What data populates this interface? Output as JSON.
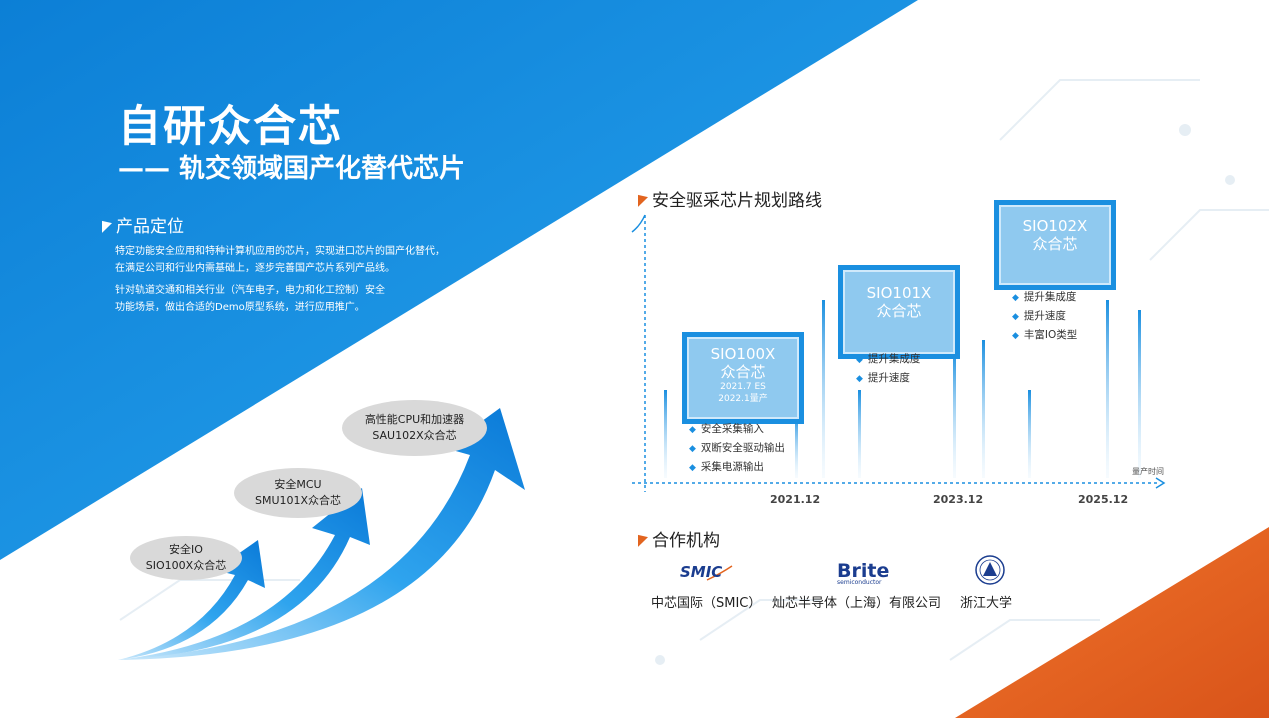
{
  "title": "自研众合芯",
  "subtitle": "—— 轨交领域国产化替代芯片",
  "positioning": {
    "heading": "产品定位",
    "paragraphs": [
      [
        "特定功能安全应用和特种计算机应用的芯片，实现进口芯片的国产化替代，",
        "在满足公司和行业内需基础上，逐步完善国产芯片系列产品线。"
      ],
      [
        "针对轨道交通和相关行业（汽车电子，电力和化工控制）安全",
        "功能场景，做出合适的Demo原型系统，进行应用推广。"
      ]
    ]
  },
  "growth": [
    {
      "line1": "安全IO",
      "line2": "SIO100X众合芯"
    },
    {
      "line1": "安全MCU",
      "line2": "SMU101X众合芯"
    },
    {
      "line1": "高性能CPU和加速器",
      "line2": "SAU102X众合芯"
    }
  ],
  "roadmap": {
    "heading": "安全驱采芯片规划路线",
    "axis_label": "量产时间",
    "years": [
      "2021.12",
      "2023.12",
      "2025.12"
    ],
    "chips": [
      {
        "name": "SIO100X",
        "sub": "众合芯",
        "notes": [
          "2021.7 ES",
          "2022.1量产"
        ],
        "features": [
          "安全采集输入",
          "双断安全驱动输出",
          "采集电源输出"
        ]
      },
      {
        "name": "SIO101X",
        "sub": "众合芯",
        "features": [
          "提升集成度",
          "提升速度"
        ]
      },
      {
        "name": "SIO102X",
        "sub": "众合芯",
        "features": [
          "提升集成度",
          "提升速度",
          "丰富IO类型"
        ]
      }
    ]
  },
  "partners": {
    "heading": "合作机构",
    "logos": [
      "SMIC",
      "Brite",
      "semiconductor"
    ],
    "items": [
      "中芯国际（SMIC）",
      "灿芯半导体（上海）有限公司",
      "浙江大学"
    ]
  },
  "colors": {
    "primary_blue": "#1a8fe0",
    "accent_orange": "#e2641f"
  }
}
